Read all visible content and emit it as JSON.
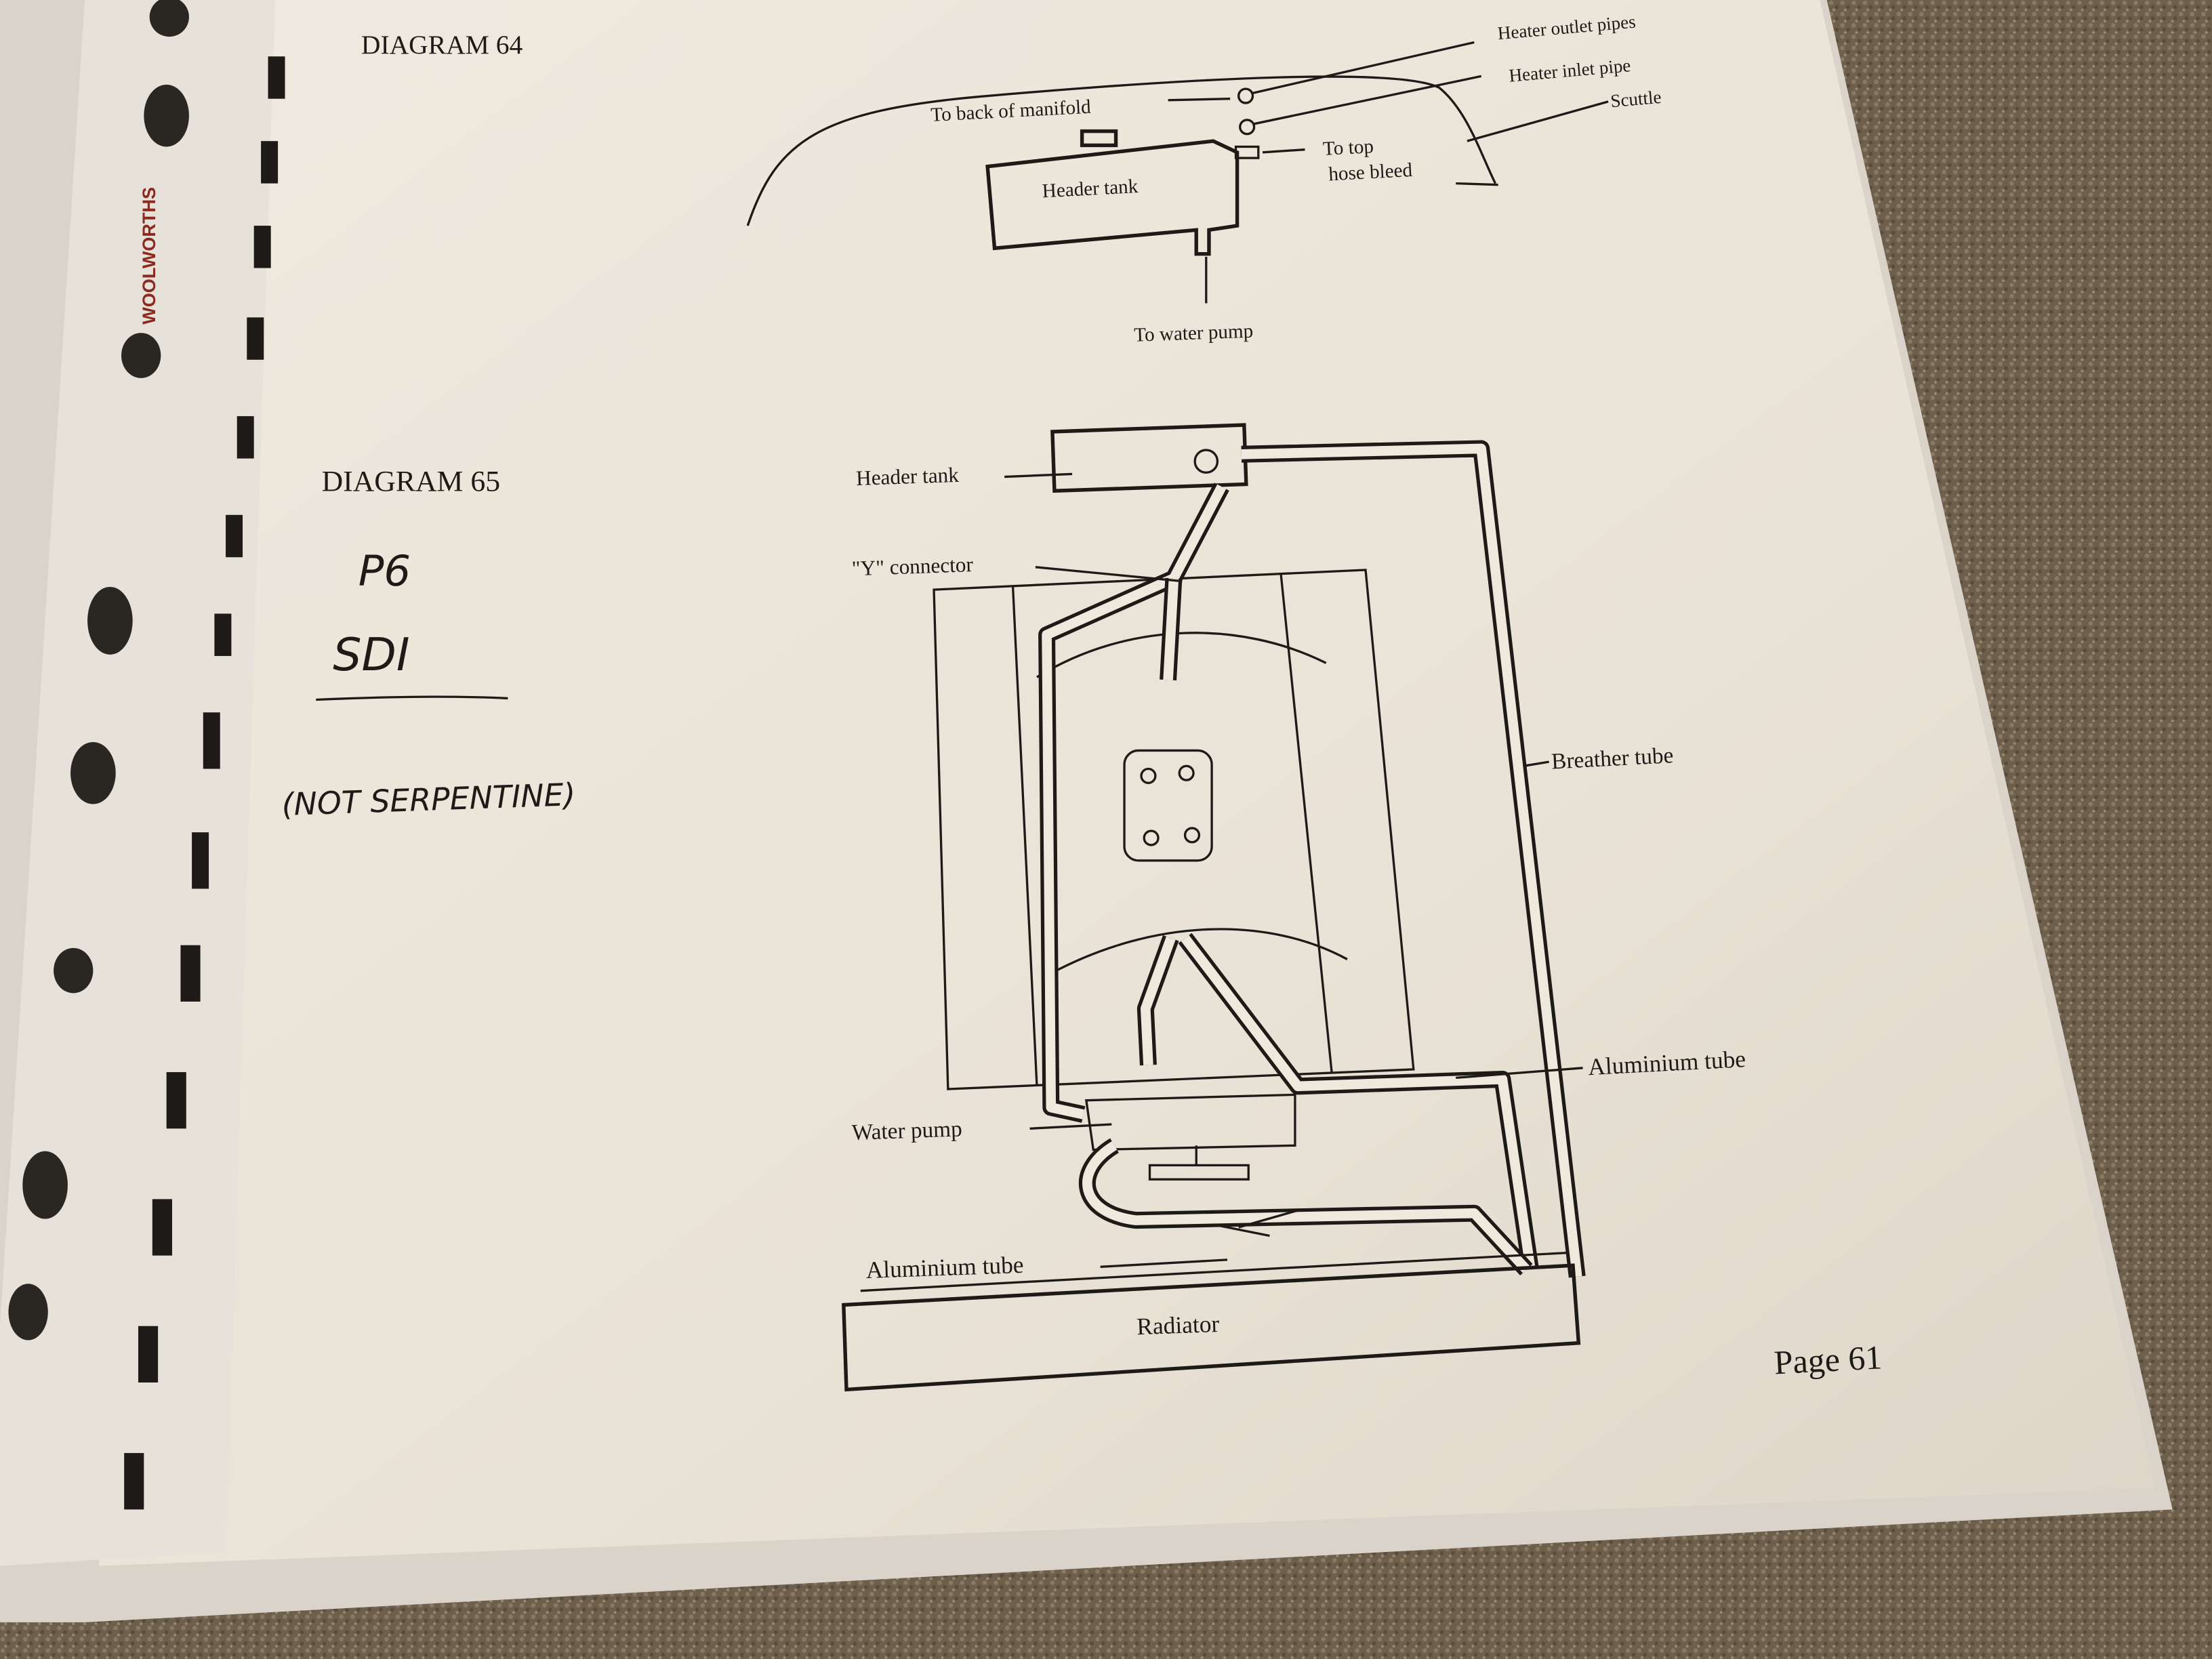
{
  "binder": {
    "brand": "WOOLWORTHS"
  },
  "diagram64": {
    "title": "DIAGRAM 64",
    "labels": {
      "heater_outlet": "Heater outlet pipes",
      "heater_inlet": "Heater inlet pipe",
      "scuttle": "Scuttle",
      "back_manifold": "To back of manifold",
      "header_tank": "Header tank",
      "top_hose_1": "To top",
      "top_hose_2": "hose bleed",
      "water_pump": "To water pump"
    }
  },
  "diagram65": {
    "title": "DIAGRAM 65",
    "labels": {
      "header_tank": "Header tank",
      "y_connector": "\"Y\" connector",
      "breather_tube": "Breather tube",
      "aluminium_tube_right": "Aluminium tube",
      "water_pump": "Water pump",
      "aluminium_tube_bottom": "Aluminium tube",
      "radiator": "Radiator"
    }
  },
  "handwritten": {
    "line1": "P6",
    "line2": "SDI",
    "line3": "(NOT SERPENTINE)"
  },
  "page_number": "Page 61",
  "colors": {
    "paper": "#ece5da",
    "carpet": "#6e5f4d",
    "ink": "#1d1a17"
  }
}
